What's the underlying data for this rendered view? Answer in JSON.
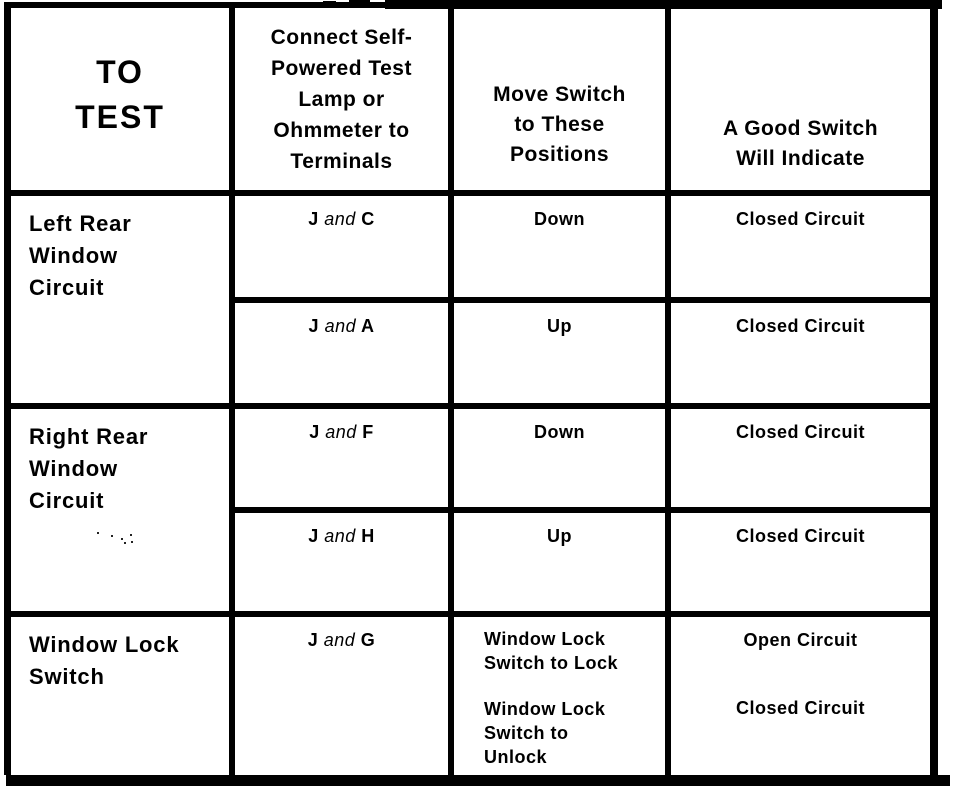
{
  "table": {
    "headers": {
      "col1": "TO\nTEST",
      "col2": "Connect Self-\nPowered Test\nLamp or\nOhmmeter to\nTerminals",
      "col3": "Move Switch\nto These\nPositions",
      "col4": "A Good Switch\nWill Indicate"
    },
    "rows": [
      {
        "test": "Left Rear\nWindow\nCircuit",
        "subs": [
          {
            "terminals": {
              "pre": "J",
              "conj": "and",
              "post": "C"
            },
            "position": "Down",
            "result": "Closed Circuit"
          },
          {
            "terminals": {
              "pre": "J",
              "conj": "and",
              "post": "A"
            },
            "position": "Up",
            "result": "Closed Circuit"
          }
        ]
      },
      {
        "test": "Right Rear\nWindow\nCircuit",
        "subs": [
          {
            "terminals": {
              "pre": "J",
              "conj": "and",
              "post": "F"
            },
            "position": "Down",
            "result": "Closed Circuit"
          },
          {
            "terminals": {
              "pre": "J",
              "conj": "and",
              "post": "H"
            },
            "position": "Up",
            "result": "Closed Circuit"
          }
        ]
      },
      {
        "test": "Window Lock\nSwitch",
        "terminals": {
          "pre": "J",
          "conj": "and",
          "post": "G"
        },
        "cases": [
          {
            "position": "Window Lock\nSwitch to Lock",
            "result": "Open Circuit"
          },
          {
            "position": "Window Lock\nSwitch to\nUnlock",
            "result": "Closed Circuit"
          }
        ]
      }
    ],
    "colors": {
      "ink": "#000000",
      "paper": "#ffffff"
    }
  }
}
